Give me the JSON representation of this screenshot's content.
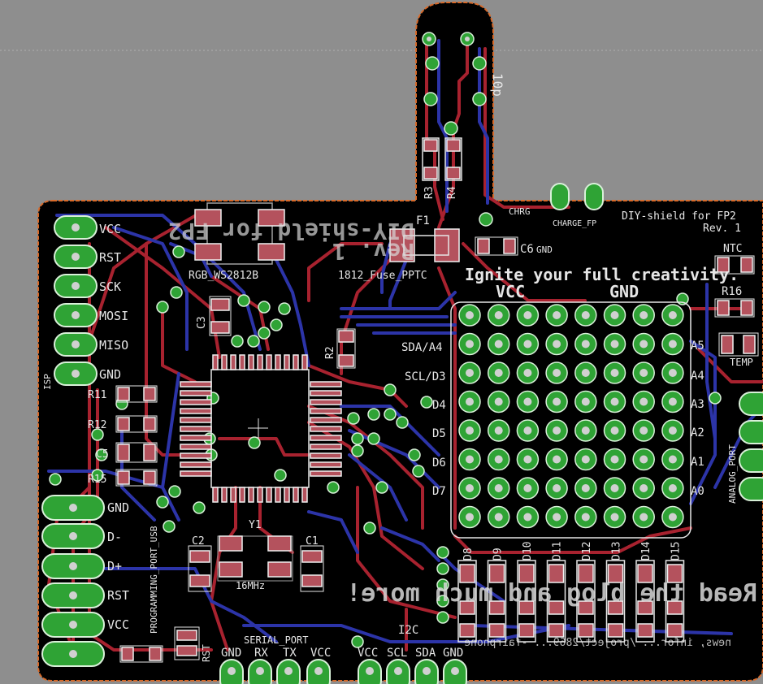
{
  "board": {
    "title": "DIY-shield for FP2",
    "rev": "Rev. 1",
    "mirror_title": "DIY-shield for FP2",
    "mirror_rev": "Rev. 1",
    "tagline": "Ignite your full creativity.",
    "read_more": "Read the blog and much more!",
    "news_url": "news, infor... /project/2869... -fairphone",
    "top_text": "10p"
  },
  "labels": {
    "isp_pins": [
      "VCC",
      "RST",
      "SCK",
      "MOSI",
      "MISO",
      "GND"
    ],
    "isp_title": "ISP",
    "usb_pins": [
      "GND",
      "D-",
      "D+",
      "RST",
      "VCC"
    ],
    "usb_title": "PROGRAMMING_PORT_USB",
    "serial_bottom": [
      "GND",
      "RX",
      "TX",
      "VCC"
    ],
    "serial_title": "SERIAL_PORT",
    "i2c_bottom": [
      "VCC",
      "SCL",
      "SDA",
      "GND"
    ],
    "i2c_title": "I2C",
    "digital": [
      "SDA/A4",
      "SCL/D3",
      "D4",
      "D5",
      "D6",
      "D7"
    ],
    "analog": [
      "A5",
      "A4",
      "A3",
      "A2",
      "A1",
      "A0"
    ],
    "analog_title": "ANALOG_PORT",
    "vcc": "VCC",
    "gnd": "GND",
    "ntc": "NTC",
    "r16": "R16",
    "temp": "TEMP",
    "charge_fp": "CHARGE_FP",
    "chrg": "CHRG",
    "c6": "C6",
    "gnd_small": "GND",
    "fuse_ref": "F1",
    "fuse_val": "1812_Fuse_PPTC",
    "rgb": "RGB_WS2812B",
    "r2": "R2",
    "r3": "R3",
    "r4": "R4",
    "c3": "C3",
    "r11": "R11",
    "r12": "R12",
    "c5": "C5",
    "r15": "R15",
    "c2": "C2",
    "c1": "C1",
    "y1": "Y1",
    "osc": "16MHz",
    "rst": "RST",
    "leds": [
      "D8",
      "D9",
      "D10",
      "D11",
      "D12",
      "D13",
      "D14",
      "D15"
    ]
  },
  "colors": {
    "background": "#8e8e8e",
    "board": "#000000",
    "top_copper": "#a8222f",
    "bottom_copper": "#2c34a8",
    "via": "#2fa335",
    "silkscreen": "#e6e6e6",
    "outline": "#d86a2a"
  }
}
